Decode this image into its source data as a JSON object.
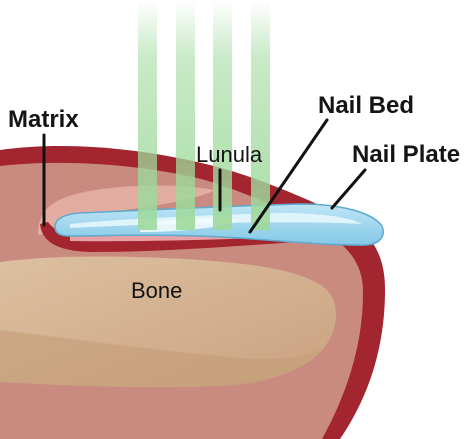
{
  "labels": {
    "matrix": "Matrix",
    "lunula": "Lunula",
    "nail_bed": "Nail Bed",
    "nail_plate": "Nail Plate",
    "bone": "Bone"
  },
  "colors": {
    "outer_skin": "#a32530",
    "skin": "#c98b80",
    "skin_light": "#e2ada0",
    "bone": "#d7b696",
    "bone_shade": "#c4a07e",
    "nail_plate": "#9fd6ee",
    "nail_highlight": "#e6f6fc",
    "nail_bed": "#e7a0a3",
    "light_beam": "#9ed99b"
  }
}
